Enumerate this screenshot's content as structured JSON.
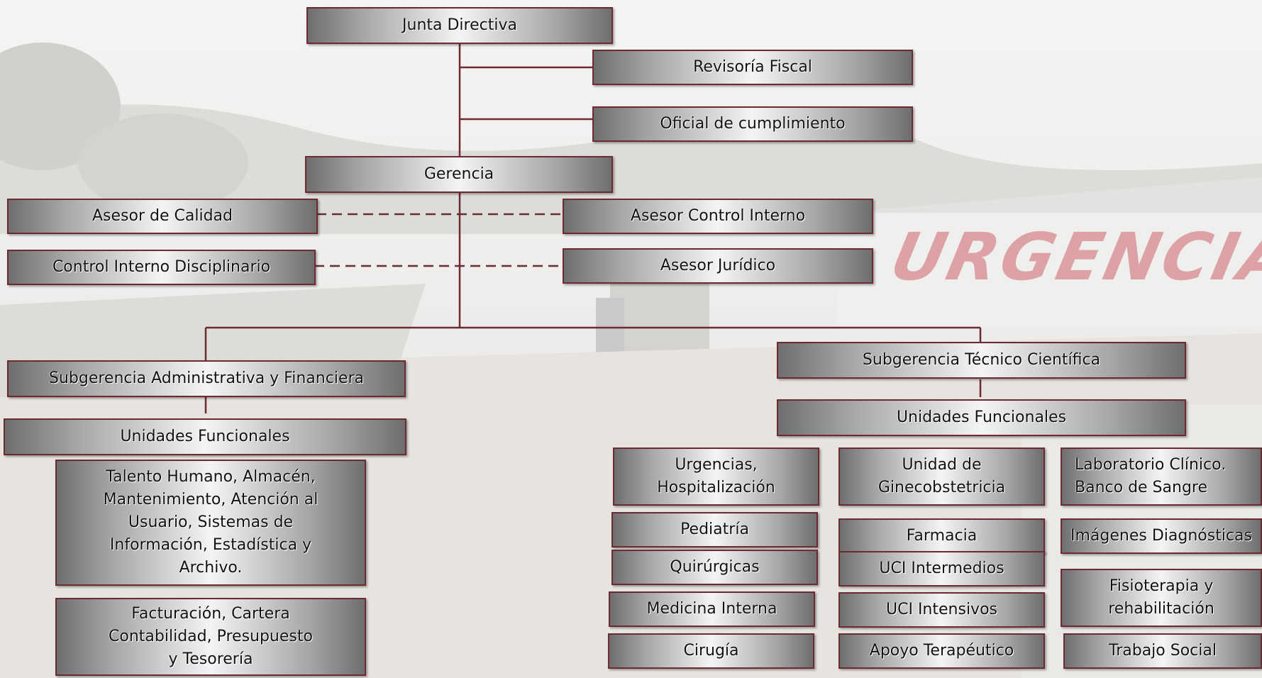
{
  "watermark": {
    "sign_text": "URGENCIAS"
  },
  "chart": {
    "junta": "Junta Directiva",
    "revisoria": "Revisoría Fiscal",
    "oficial": "Oficial de cumplimiento",
    "gerencia": "Gerencia",
    "asesor_calidad": "Asesor de Calidad",
    "asesor_control": "Asesor Control Interno",
    "control_disciplinario": "Control Interno Disciplinario",
    "asesor_juridico": "Asesor Jurídico",
    "sub_admin": "Subgerencia Administrativa y Financiera",
    "sub_tecnica": "Subgerencia Técnico Científica",
    "unidades_admin": "Unidades Funcionales",
    "unidades_tecnica": "Unidades Funcionales",
    "admin_units_1": "Talento Humano, Almacén,\nMantenimiento, Atención al\nUsuario, Sistemas de\nInformación, Estadística y\nArchivo.",
    "admin_units_2": "Facturación, Cartera\nContabilidad, Presupuesto\ny Tesorería",
    "col1": [
      "Urgencias,\nHospitalización",
      "Pediatría",
      "Quirúrgicas",
      "Medicina Interna",
      "Cirugía"
    ],
    "col2": [
      "Unidad de\nGinecobstetricia",
      "Farmacia",
      "UCI Intermedios",
      "UCI Intensivos",
      "Apoyo Terapéutico"
    ],
    "col3": [
      "Laboratorio Clínico.\nBanco de Sangre",
      "Imágenes Diagnósticas",
      "Fisioterapia y\nrehabilitación",
      "Trabajo Social"
    ]
  },
  "colors": {
    "border": "#6e2a33",
    "connector": "#6e2a33",
    "watermark": "#c8464f"
  }
}
